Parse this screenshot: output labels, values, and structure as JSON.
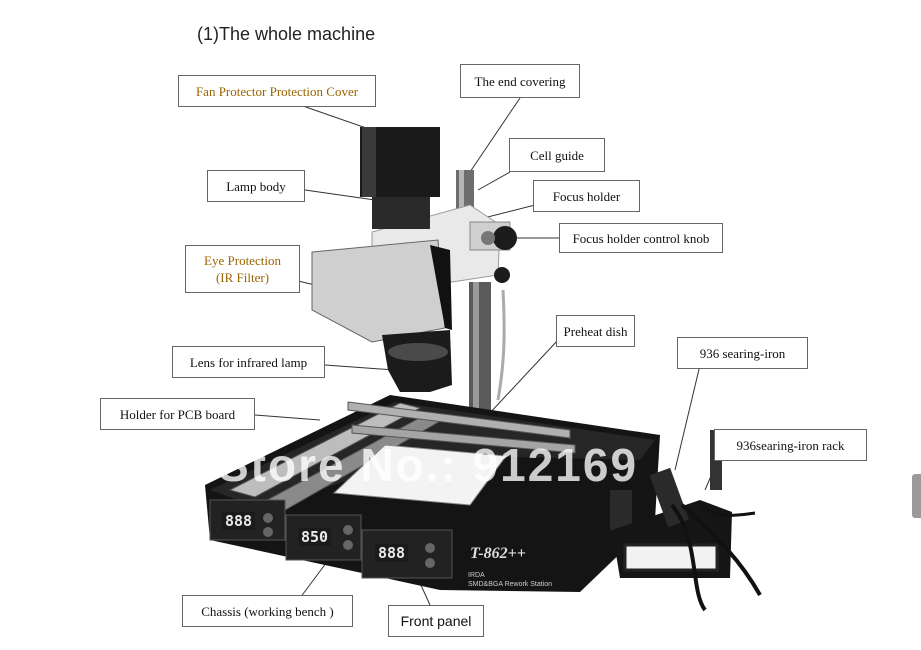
{
  "title": "(1)The whole machine",
  "labels": {
    "fan_cover": "Fan Protector Protection Cover",
    "end_covering": "The end covering",
    "cell_guide": "Cell guide",
    "lamp_body": "Lamp body",
    "focus_holder": "Focus holder",
    "focus_knob": "Focus holder control knob",
    "eye_protection_1": "Eye Protection",
    "eye_protection_2": "(IR Filter)",
    "preheat_dish": "Preheat dish",
    "lens": "Lens for infrared lamp",
    "iron": "936 searing-iron",
    "holder_pcb": "Holder for PCB board",
    "iron_rack": "936searing-iron rack",
    "chassis": "Chassis (working bench )",
    "front_panel": "Front panel"
  },
  "machine": {
    "watermark": "Store No.: 912169",
    "model": "T-862++",
    "station_line1": "IRDA",
    "station_line2": "SMD&BGA Rework Station",
    "display_1": "888",
    "display_2": "850",
    "display_3": "888"
  }
}
